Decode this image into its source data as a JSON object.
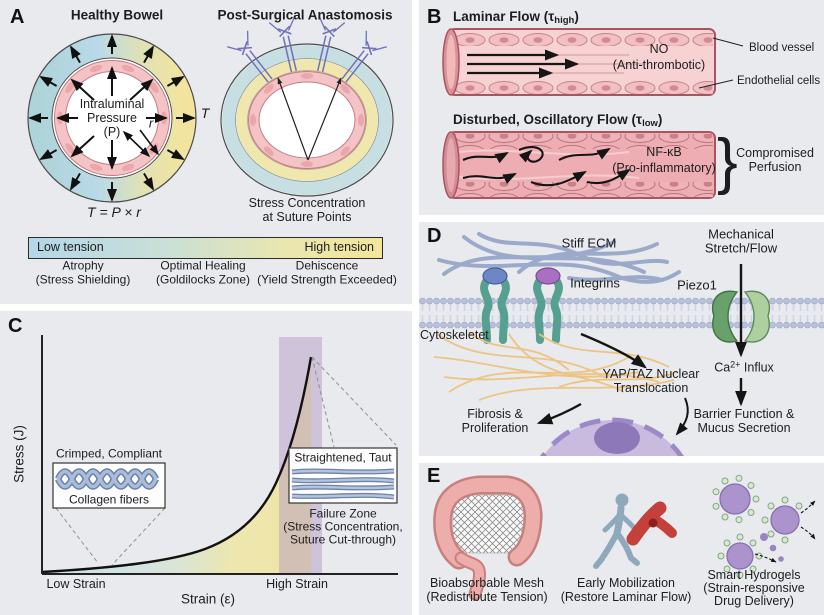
{
  "a": {
    "letter": "A",
    "title_left": "Healthy Bowel",
    "title_right": "Post-Surgical Anastomosis",
    "lumen_line1": "Intraluminal",
    "lumen_line2": "Pressure",
    "lumen_line3": "(P)",
    "t_label": "T",
    "r_label": "r",
    "formula": "T = P × r",
    "right_caption1": "Stress Concentration",
    "right_caption2": "at Suture Points",
    "bar_low": "Low tension",
    "bar_high": "High tension",
    "zone1_title": "Atrophy",
    "zone1_sub": "(Stress Shielding)",
    "zone2_title": "Optimal Healing",
    "zone2_sub": "(Goldilocks Zone)",
    "zone3_title": "Dehiscence",
    "zone3_sub": "(Yield Strength Exceeded)"
  },
  "b": {
    "letter": "B",
    "t1_pre": "Laminar Flow (τ",
    "t1_sub": "high",
    "t1_post": ")",
    "no1": "NO",
    "no2": "(Anti-thrombotic)",
    "vessel_label": "Blood vessel",
    "endo_label": "Endothelial cells",
    "t2_pre": "Disturbed, Oscillatory Flow (τ",
    "t2_sub": "low",
    "t2_post": ")",
    "nf1": "NF-κB",
    "nf2": "(Pro-inflammatory)",
    "brace": "}",
    "comp1": "Compromised",
    "comp2": "Perfusion"
  },
  "c": {
    "letter": "C",
    "ylabel": "Stress (J)",
    "xlabel": "Strain (ε)",
    "low": "Low Strain",
    "high": "High Strain",
    "inset1_title": "Crimped, Compliant",
    "inset1_caption": "Collagen fibers",
    "inset2_title": "Straightened, Taut",
    "fail1": "Failure Zone",
    "fail2": "(Stress Concentration,",
    "fail3": "Suture Cut-through)"
  },
  "d": {
    "letter": "D",
    "ecm": "Stiff ECM",
    "mech1": "Mechanical",
    "mech2": "Stretch/Flow",
    "integrins": "Integrins",
    "piezo": "Piezo1",
    "cyto": "Cytoskeletet",
    "yap1": "YAP/TAZ Nuclear",
    "yap2": "Translocation",
    "fib1": "Fibrosis &",
    "fib2": "Proliferation",
    "ca_pre": "Ca",
    "ca_sup": "2+",
    "ca_post": " Influx",
    "bar1": "Barrier Function &",
    "bar2": "Mucus Secretion"
  },
  "e": {
    "letter": "E",
    "i1_t": "Bioabsorbable Mesh",
    "i1_s": "(Redistribute Tension)",
    "i2_t": "Early Mobilization",
    "i2_s": "(Restore Laminar Flow)",
    "i3_t": "Smart Hydrogels",
    "i3_s1": "(Strain-responsive",
    "i3_s2": "Drug Delivery)"
  },
  "colors": {
    "panel_bg": "#e9eaee",
    "ring_blue": "#b4d7e8",
    "ring_yellow": "#f3e69c",
    "mucosa_pink": "#f4c3c5",
    "vessel_wall": "#dc9197",
    "vessel_lumen": "#f7d2d3",
    "suture_purple": "#7070bb",
    "failure_band": "#b59cc4",
    "ecm_fiber": "#97a6ca",
    "integrin_teal": "#55a090",
    "piezo_green": "#69a06b",
    "cytoskeleton_orange": "#eec27c",
    "nucleus_purple": "#c9bbe0",
    "colon_pink": "#edadaa",
    "person_blue": "#8ea9bc",
    "artery_red": "#c4403a",
    "hydrogel_purple": "#ab93cc"
  },
  "chart_data": {
    "type": "line",
    "title": "",
    "xlabel": "Strain (ε)",
    "ylabel": "Stress (J)",
    "axis_numeric": false,
    "x_tick_labels": [
      "Low Strain",
      "High Strain"
    ],
    "series": [
      {
        "name": "stress-strain curve",
        "x_norm": [
          0,
          0.1,
          0.2,
          0.3,
          0.4,
          0.5,
          0.6,
          0.7,
          0.8,
          0.9,
          1.0
        ],
        "y_norm": [
          0,
          0.01,
          0.02,
          0.04,
          0.07,
          0.12,
          0.2,
          0.32,
          0.5,
          0.73,
          1.0
        ]
      }
    ],
    "regions": [
      {
        "label": "Failure Zone (Stress Concentration, Suture Cut-through)",
        "x_norm": [
          0.87,
          1.0
        ]
      }
    ],
    "annotations": [
      "Crimped, Compliant / Collagen fibers (low strain)",
      "Straightened, Taut (high strain)"
    ],
    "legend": false,
    "grid": false
  }
}
